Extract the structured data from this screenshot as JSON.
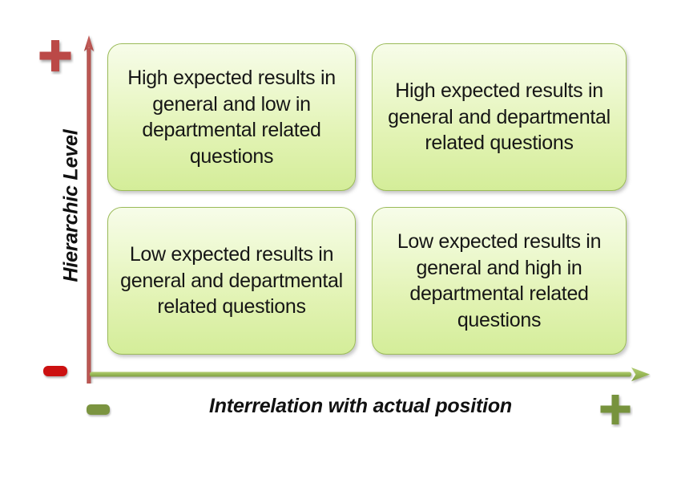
{
  "diagram": {
    "type": "2x2-matrix",
    "y_axis": {
      "label": "Hierarchic Level",
      "positive_marker": "+",
      "negative_marker": "-",
      "color": "#c0504d"
    },
    "x_axis": {
      "label": "Interrelation with actual position",
      "positive_marker": "+",
      "negative_marker": "-",
      "color": "#9bbb59"
    },
    "quadrants": [
      {
        "position": "top-left",
        "text": "High expected results in general and low in departmental related questions"
      },
      {
        "position": "top-right",
        "text": "High expected results in general and departmental related questions"
      },
      {
        "position": "bottom-left",
        "text": "Low expected results in general and departmental related questions"
      },
      {
        "position": "bottom-right",
        "text": "Low expected results in general and high in departmental related questions"
      }
    ],
    "colors": {
      "box_border": "#9bbb59",
      "box_fill_top": "#f7fce9",
      "box_fill_bottom": "#d4ed99",
      "axis_red": "#c0504d",
      "marker_red": "#cc1111",
      "axis_green": "#9bbb59",
      "marker_green": "#7b9440",
      "text": "#161616",
      "background": "#ffffff"
    }
  }
}
